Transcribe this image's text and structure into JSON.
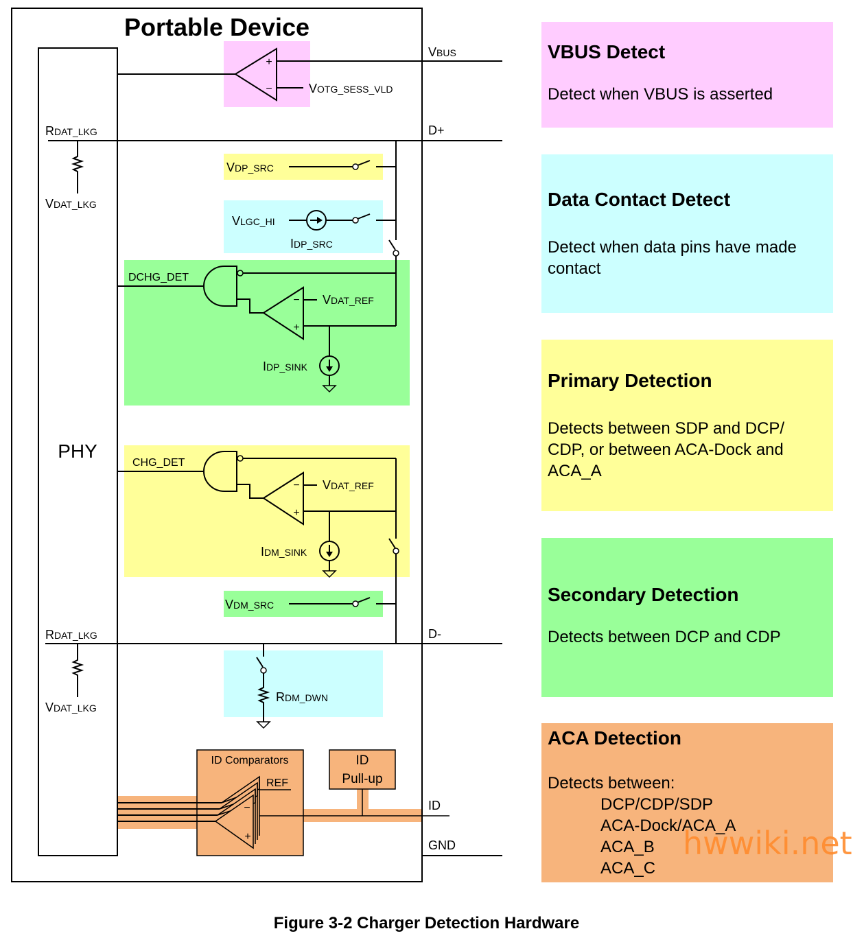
{
  "title": "Portable Device",
  "phy_label": "PHY",
  "colors": {
    "vbus": "#ffccff",
    "dcd": "#ccffff",
    "primary": "#ffff99",
    "secondary": "#99ff99",
    "aca": "#f7b47c",
    "watermark": "#ff8c2e"
  },
  "pins": {
    "vbus": {
      "main": "V",
      "sub": "BUS"
    },
    "dplus": "D+",
    "dminus": "D-",
    "id": "ID",
    "gnd": "GND"
  },
  "signals": {
    "votg": {
      "main": "V",
      "sub": "OTG_SESS_VLD"
    },
    "rdat_lkg_top": {
      "main": "R",
      "sub": "DAT_LKG"
    },
    "vdat_lkg_top": {
      "main": "V",
      "sub": "DAT_LKG"
    },
    "rdat_lkg_bot": {
      "main": "R",
      "sub": "DAT_LKG"
    },
    "vdat_lkg_bot": {
      "main": "V",
      "sub": "DAT_LKG"
    },
    "vdp_src": {
      "main": "V",
      "sub": "DP_SRC"
    },
    "vlgc_hi": {
      "main": "V",
      "sub": "LGC_HI"
    },
    "idp_src": {
      "main": "I",
      "sub": "DP_SRC"
    },
    "dchg_det": "DCHG_DET",
    "vdat_ref_1": {
      "main": "V",
      "sub": "DAT_REF"
    },
    "idp_sink": {
      "main": "I",
      "sub": "DP_SINK"
    },
    "chg_det": "CHG_DET",
    "vdat_ref_2": {
      "main": "V",
      "sub": "DAT_REF"
    },
    "idm_sink": {
      "main": "I",
      "sub": "DM_SINK"
    },
    "vdm_src": {
      "main": "V",
      "sub": "DM_SRC"
    },
    "rdm_dwn": {
      "main": "R",
      "sub": "DM_DWN"
    },
    "id_comparators": "ID Comparators",
    "ref": "REF",
    "id_pullup_1": "ID",
    "id_pullup_2": "Pull-up",
    "plus": "+",
    "minus": "−"
  },
  "panels": [
    {
      "title": "VBUS Detect",
      "lines": [
        "Detect when VBUS is asserted"
      ]
    },
    {
      "title": "Data Contact Detect",
      "lines": [
        "Detect when data pins have made",
        "contact"
      ]
    },
    {
      "title": "Primary Detection",
      "lines": [
        "Detects between SDP and DCP/",
        "CDP, or between ACA-Dock and",
        "ACA_A"
      ]
    },
    {
      "title": "Secondary Detection",
      "lines": [
        "Detects between DCP and CDP"
      ]
    },
    {
      "title": "ACA Detection",
      "lines": [
        "Detects between:"
      ],
      "items": [
        "DCP/CDP/SDP",
        "ACA-Dock/ACA_A",
        "ACA_B",
        "ACA_C"
      ]
    }
  ],
  "caption": "Figure 3-2  Charger Detection Hardware",
  "watermark": "hwwiki.net"
}
